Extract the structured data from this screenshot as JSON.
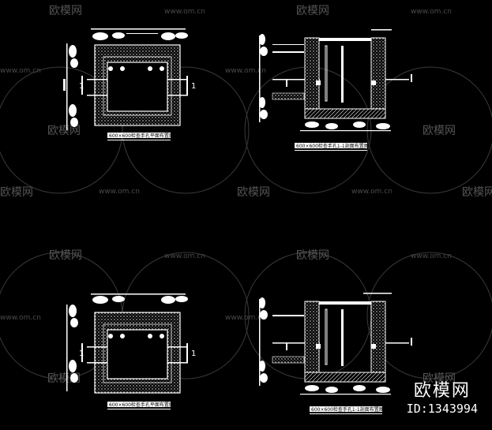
{
  "watermark": {
    "brand": "欧模网",
    "site": "www.om.cn"
  },
  "drawings": [
    {
      "key": "tl",
      "title": "600×600检查手孔平面布置图",
      "dim_label": "1"
    },
    {
      "key": "tr",
      "title": "600×600检查手孔1-1剖面布置图"
    },
    {
      "key": "bl",
      "title": "600×600检查手孔平面布置图",
      "dim_label": "1"
    },
    {
      "key": "br",
      "title": "600×600检查手孔1-1剖面布置图"
    }
  ],
  "footer": {
    "brand": "欧模网",
    "id_text": "ID:1343994"
  },
  "colors": {
    "background": "#000000",
    "lines": "#ffffff",
    "watermark": "#555555"
  }
}
